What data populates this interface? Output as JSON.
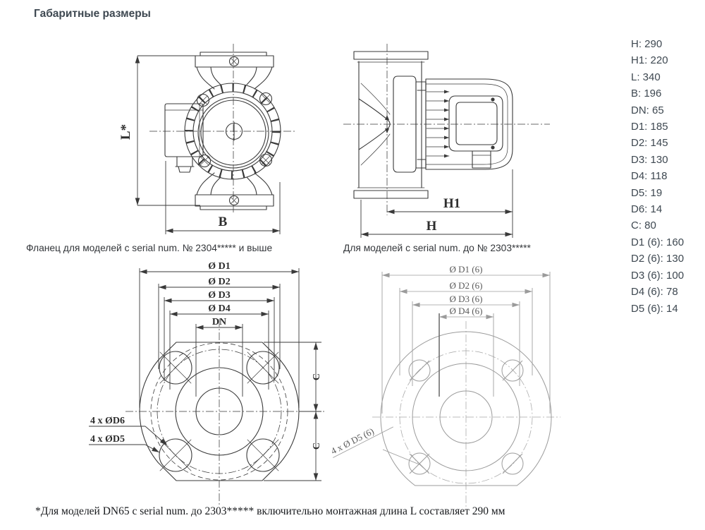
{
  "colors": {
    "text_primary": "#3e4851",
    "drawing_dark": "#3a3a3a",
    "drawing_light": "#9b9b9b",
    "background": "#ffffff"
  },
  "header": {
    "title": "Габаритные размеры"
  },
  "dimensions_panel": {
    "items": [
      "H: 290",
      "H1: 220",
      "L: 340",
      "B: 196",
      "DN: 65",
      "D1: 185",
      "D2: 145",
      "D3: 130",
      "D4: 118",
      "D5: 19",
      "D6: 14",
      "C: 80",
      "D1 (6): 160",
      "D2 (6): 130",
      "D3 (6): 100",
      "D4 (6): 78",
      "D5 (6): 14"
    ]
  },
  "front_view": {
    "labels": {
      "length": "L*",
      "width": "B"
    }
  },
  "side_view": {
    "labels": {
      "h1": "H1",
      "h": "H"
    }
  },
  "flange_new": {
    "caption": "Фланец для моделей с serial num. № 2304***** и выше",
    "labels": {
      "d1": "Ø D1",
      "d2": "Ø D2",
      "d3": "Ø D3",
      "d4": "Ø D4",
      "dn": "DN",
      "c_upper": "C",
      "c_lower": "C",
      "holes_d6": "4 x ØD6",
      "holes_d5": "4 x ØD5"
    }
  },
  "flange_old": {
    "caption": "Для моделей с serial num. до № 2303*****",
    "labels": {
      "d1": "Ø D1 (6)",
      "d2": "Ø D2 (6)",
      "d3": "Ø D3 (6)",
      "d4": "Ø D4 (6)",
      "holes_d5": "4 x Ø D5 (6)"
    }
  },
  "footnote": "*Для моделей DN65 с serial num. до 2303***** включительно монтажная длина L составляет 290 мм"
}
